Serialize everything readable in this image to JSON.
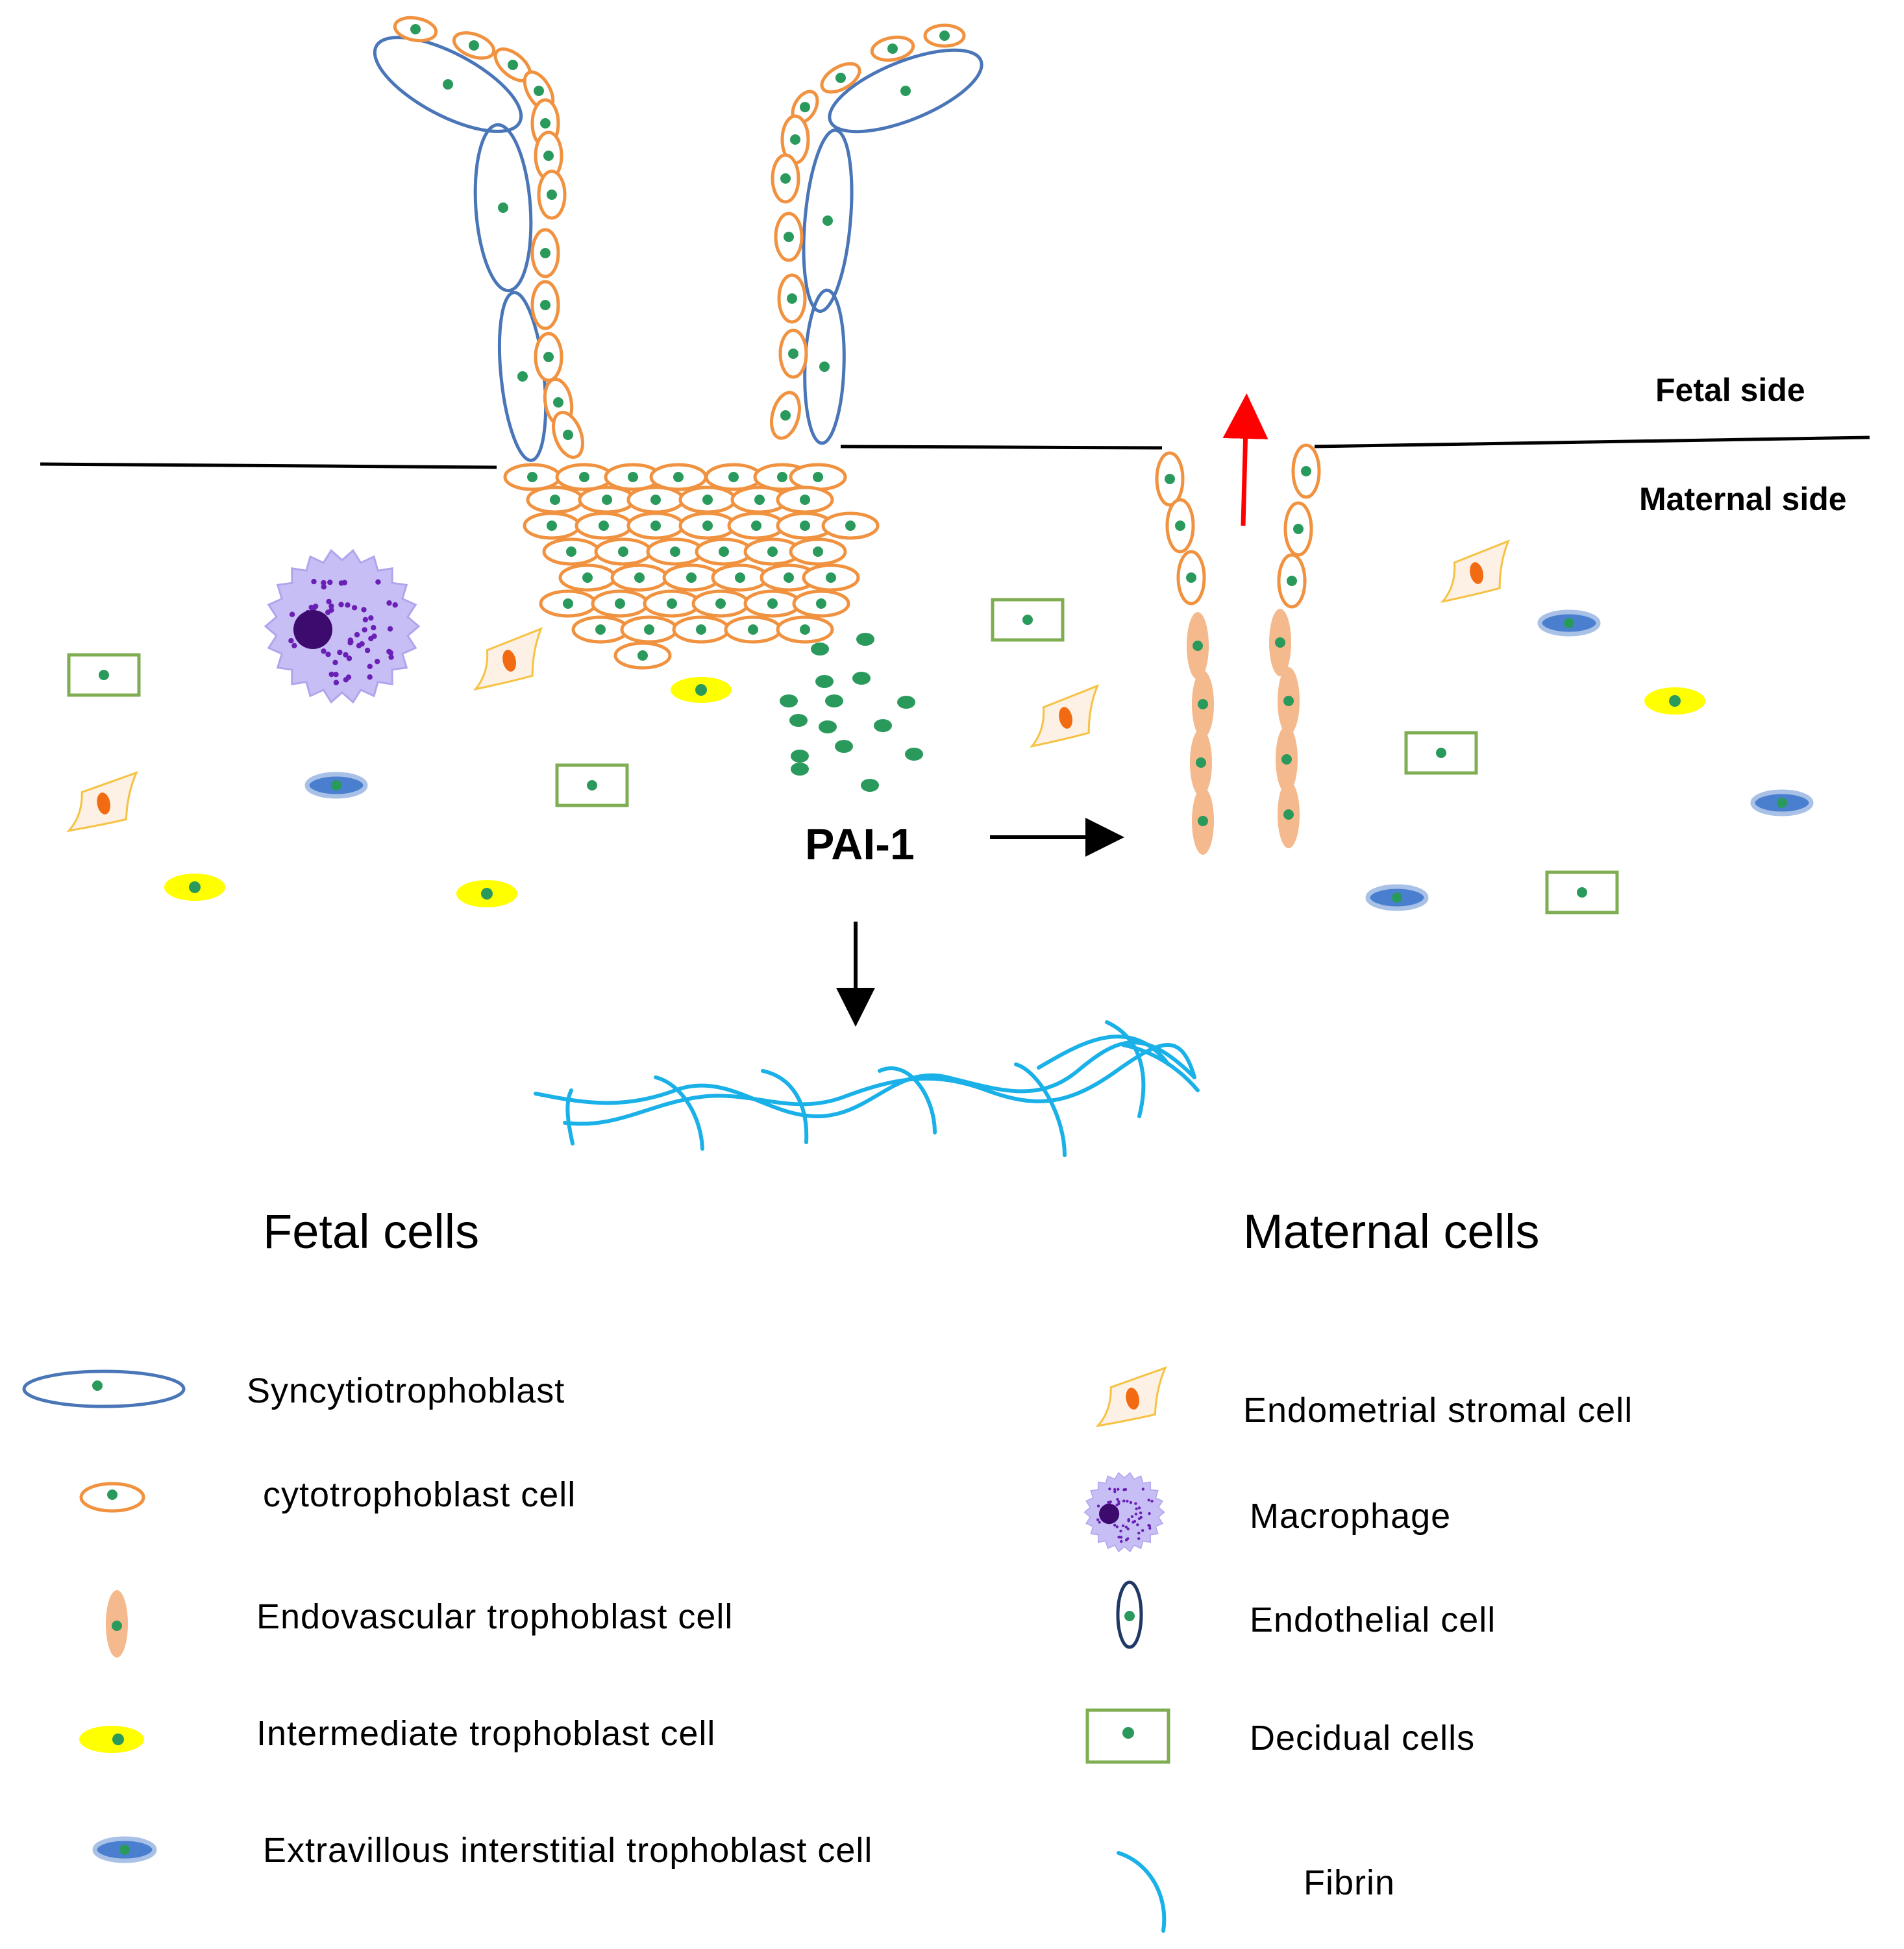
{
  "labels": {
    "fetal_side": "Fetal side",
    "maternal_side": "Maternal  side",
    "pai": "PAI-1"
  },
  "legend": {
    "fetal_heading": "Fetal cells",
    "maternal_heading": "Maternal cells",
    "fetal": [
      {
        "label": "Syncytiotrophoblast",
        "icon": "syncytiotrophoblast-icon"
      },
      {
        "label": "cytotrophoblast  cell",
        "icon": "cytotrophoblast-icon"
      },
      {
        "label": "Endovascular trophoblast  cell",
        "icon": "endovascular-trophoblast-icon"
      },
      {
        "label": "Intermediate trophoblast  cell",
        "icon": "intermediate-trophoblast-icon"
      },
      {
        "label": "Extravillous interstitial trophoblast cell",
        "icon": "extravillous-trophoblast-icon"
      }
    ],
    "maternal": [
      {
        "label": "Endometrial stromal cell",
        "icon": "stromal-cell-icon"
      },
      {
        "label": "Macrophage",
        "icon": "macrophage-icon"
      },
      {
        "label": "Endothelial cell",
        "icon": "endothelial-cell-icon"
      },
      {
        "label": "Decidual cells",
        "icon": "decidual-cell-icon"
      },
      {
        "label": "Fibrin",
        "icon": "fibrin-icon"
      }
    ]
  },
  "colors": {
    "syncytio_stroke": "#4a76b8",
    "cyto_stroke": "#f0923f",
    "nucleus": "#2a9a5c",
    "endovascular_fill": "#f4b98c",
    "intermediate_fill": "#ffff00",
    "extravillous_fill": "#4a7fd0",
    "extravillous_halo": "#a9c1e6",
    "stromal_stroke": "#f5c242",
    "stromal_fill": "#fdf0e4",
    "stromal_nucleus": "#f26b12",
    "macrophage_fill": "#c7bef5",
    "macrophage_nucleus": "#3d0b6e",
    "decidual_stroke": "#7fad52",
    "fibrin": "#1ab0e8",
    "arrow_red": "#ff0000",
    "endothelial_stroke": "#1f3864"
  }
}
